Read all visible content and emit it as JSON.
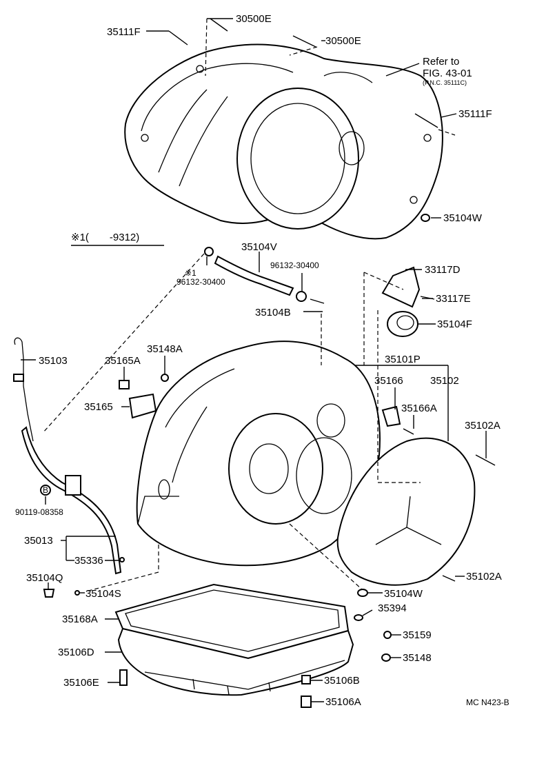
{
  "diagram": {
    "labels": {
      "p30500E_top": "30500E",
      "p35111F_top": "35111F",
      "p30500E_mid": "30500E",
      "refer_line1": "Refer to",
      "refer_line2": "FIG. 43-01",
      "refer_line3": "(P.N.C. 35111C)",
      "p35111F_right": "35111F",
      "p35104W_top": "35104W",
      "note_range": "※1(　　-9312)",
      "p35104V": "35104V",
      "p96132_right": "96132-30400",
      "note_mark": "※1",
      "p96132_left": "96132-30400",
      "p33117D": "33117D",
      "p33117E": "33117E",
      "p35104B": "35104B",
      "p35104F": "35104F",
      "p35103": "35103",
      "p35148A": "35148A",
      "p35165A": "35165A",
      "p35101P": "35101P",
      "p35166": "35166",
      "p35102": "35102",
      "p35165": "35165",
      "p35166A": "35166A",
      "p35102A_top": "35102A",
      "circle_b": "B",
      "p90119": "90119-08358",
      "p35013": "35013",
      "p35336": "35336",
      "p35102A_bot": "35102A",
      "p35104Q": "35104Q",
      "p35104S": "35104S",
      "p35104W_bot": "35104W",
      "p35394": "35394",
      "p35168A": "35168A",
      "p35159": "35159",
      "p35106D": "35106D",
      "p35148": "35148",
      "p35106E": "35106E",
      "p35106B": "35106B",
      "p35106A": "35106A",
      "figure_code": "MC N423-B"
    }
  }
}
